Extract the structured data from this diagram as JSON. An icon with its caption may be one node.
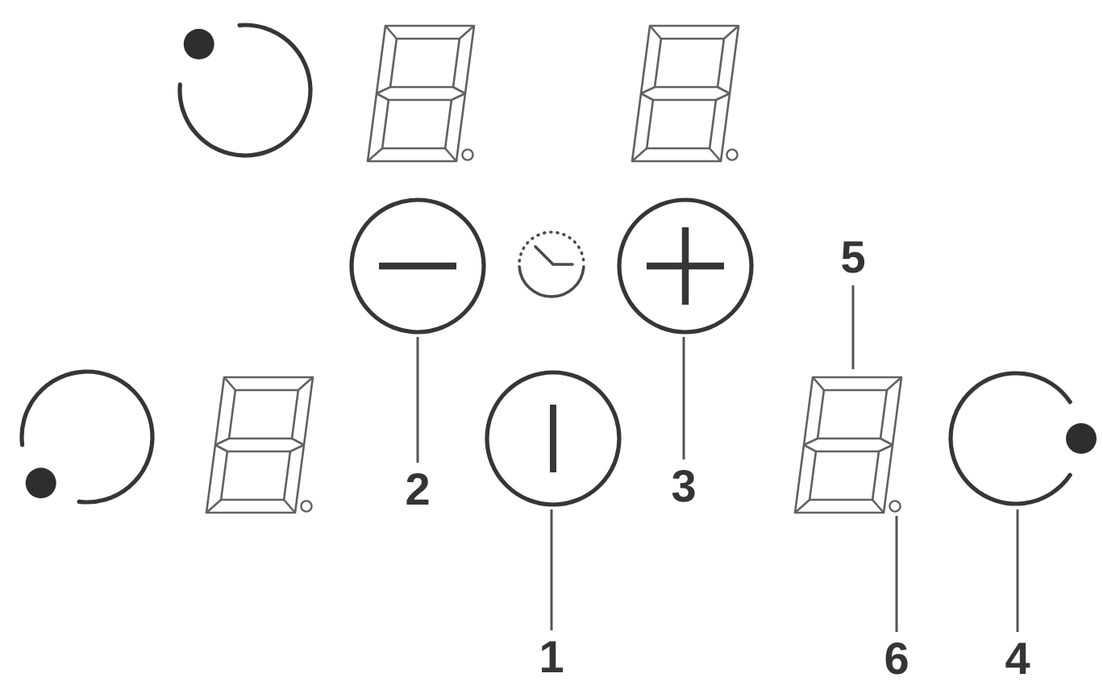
{
  "diagram": {
    "nodes": [
      {
        "text": [],
        "shape": "circle"
      },
      {
        "text": [],
        "shape": "circle"
      },
      {
        "text": [
          "5"
        ]
      },
      {
        "text": [],
        "shape": "picture"
      },
      {
        "text": [],
        "shape": "circle",
        "in": 3
      },
      {
        "text": [],
        "shape": "circle"
      },
      {
        "text": [],
        "shape": "circle"
      },
      {
        "text": [
          "2"
        ]
      },
      {
        "text": [
          "3"
        ]
      },
      {
        "text": [
          "1"
        ]
      },
      {
        "text": [
          "6"
        ]
      },
      {
        "text": [
          "4"
        ]
      }
    ],
    "edges": [
      {
        "from": 7,
        "to": 0,
        "arrow": "none"
      },
      {
        "from": 8,
        "to": 1,
        "arrow": "none"
      },
      {
        "from": 2,
        "to": 3,
        "arrow": "none"
      },
      {
        "from": 9,
        "to": 5,
        "arrow": "none"
      },
      {
        "from": 10,
        "to": 4,
        "arrow": "none"
      },
      {
        "from": 11,
        "to": 6,
        "arrow": "none"
      }
    ]
  }
}
